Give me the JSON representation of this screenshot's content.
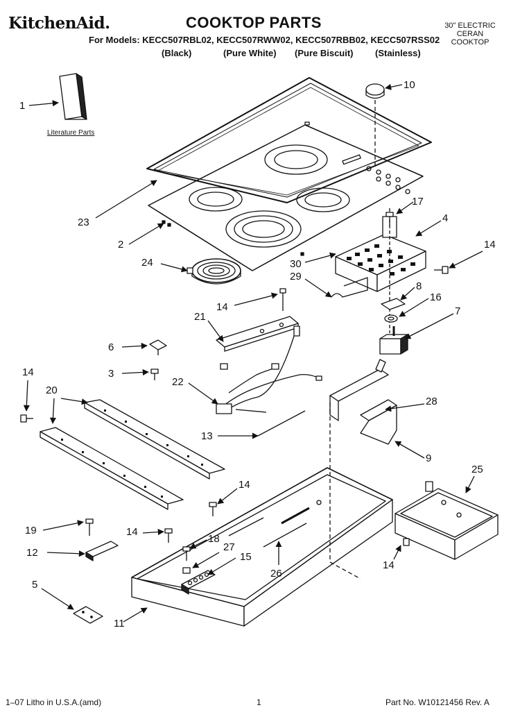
{
  "header": {
    "brand": "KitchenAid.",
    "title": "COOKTOP PARTS",
    "models_line": "For Models: KECC507RBL02, KECC507RWW02, KECC507RBB02, KECC507RSS02",
    "finishes": [
      "(Black)",
      "(Pure White)",
      "(Pure Biscuit)",
      "(Stainless)"
    ],
    "side_note": [
      "30\" ELECTRIC",
      "CERAN",
      "COOKTOP"
    ]
  },
  "diagram": {
    "literature_label": "Literature Parts",
    "callouts": [
      "1",
      "10",
      "23",
      "2",
      "17",
      "4",
      "14",
      "24",
      "30",
      "29",
      "8",
      "16",
      "7",
      "14",
      "21",
      "6",
      "3",
      "22",
      "20",
      "14",
      "28",
      "13",
      "9",
      "14",
      "25",
      "19",
      "14",
      "18",
      "27",
      "15",
      "12",
      "26",
      "14",
      "5",
      "11"
    ]
  },
  "footer": {
    "left": "1–07 Litho in U.S.A.(amd)",
    "center": "1",
    "right": "Part No. W10121456 Rev. A"
  }
}
